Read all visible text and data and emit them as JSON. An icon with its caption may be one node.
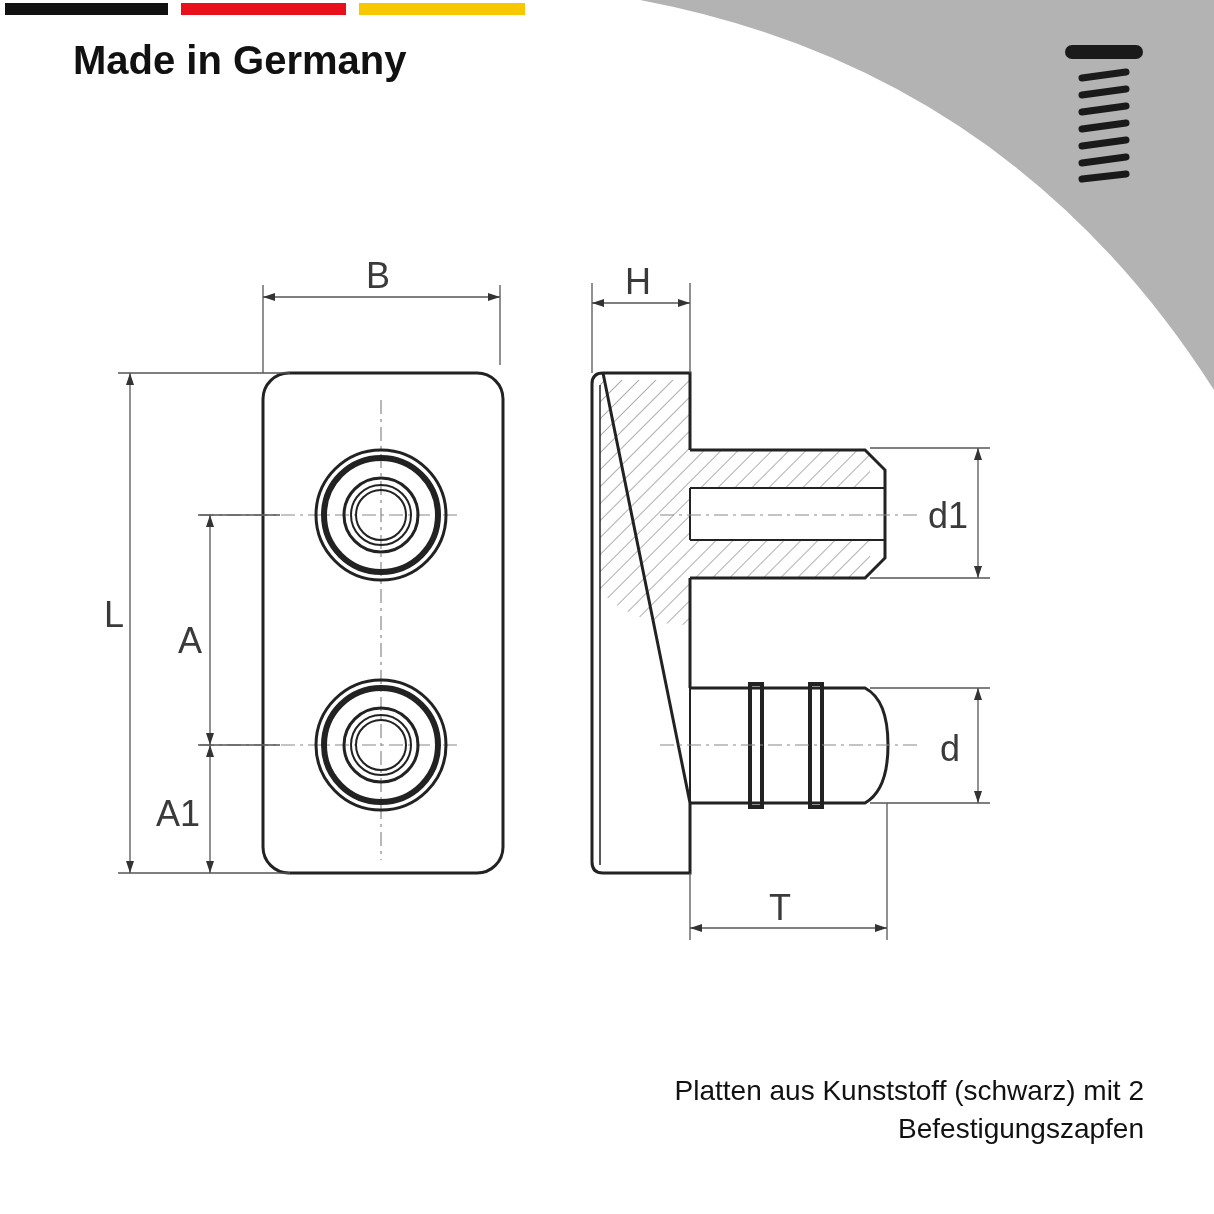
{
  "diagram": {
    "title": "Made in Germany",
    "caption": "Platten aus Kunststoff (schwarz) mit 2 Befestigungszapfen",
    "labels": [
      "B",
      "H",
      "L",
      "d1",
      "A",
      "d",
      "A1",
      "T"
    ]
  }
}
